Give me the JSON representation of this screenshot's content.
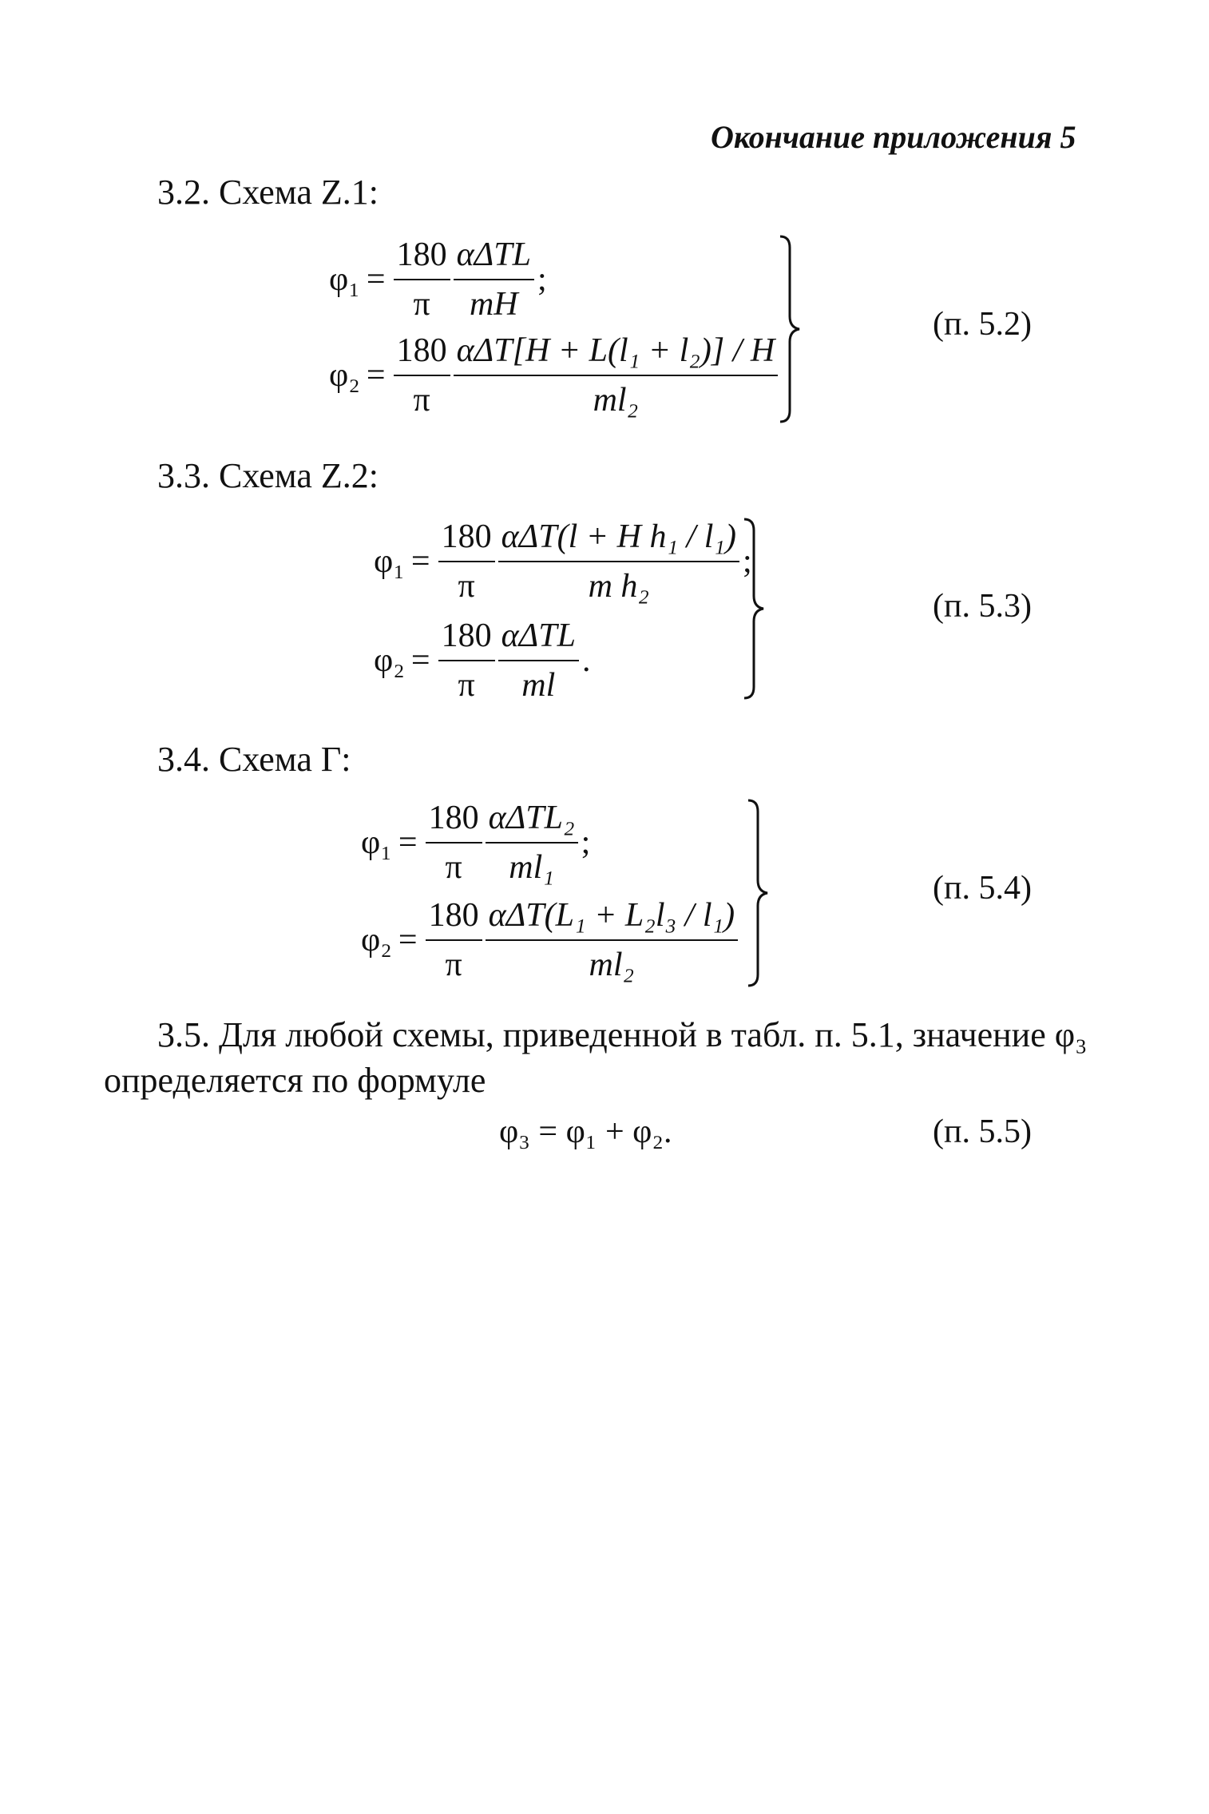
{
  "header": {
    "title": "Окончание приложения 5"
  },
  "sections": [
    {
      "id": "3.2",
      "heading": "3.2. Схема Z.1:",
      "eq_number": "(п. 5.2)"
    },
    {
      "id": "3.3",
      "heading": "3.3. Схема Z.2:",
      "eq_number": "(п. 5.3)"
    },
    {
      "id": "3.4",
      "heading": "3.4. Схема Г:",
      "eq_number": "(п. 5.4)"
    }
  ],
  "formulas": {
    "s32_f1": {
      "lhs": "φ₁",
      "num1": "180",
      "den1": "π",
      "num2": "αΔTL",
      "den2": "mH",
      "end": ";"
    },
    "s32_f2": {
      "lhs": "φ₂",
      "num1": "180",
      "den1": "π",
      "num2": "αΔT[H + L(l₁ + l₂)] / H",
      "den2": "ml₂",
      "end": ""
    },
    "s33_f1": {
      "lhs": "φ₁",
      "num1": "180",
      "den1": "π",
      "num2": "αΔT(l + H h₁ / l₁)",
      "den2": "m h₂",
      "end": ";"
    },
    "s33_f2": {
      "lhs": "φ₂",
      "num1": "180",
      "den1": "π",
      "num2": "αΔTL",
      "den2": "ml",
      "end": "."
    },
    "s34_f1": {
      "lhs": "φ₁",
      "num1": "180",
      "den1": "π",
      "num2": "αΔTL₂",
      "den2": "ml₁",
      "end": ";"
    },
    "s34_f2": {
      "lhs": "φ₂",
      "num1": "180",
      "den1": "π",
      "num2": "αΔT(L₁ + L₂l₃ / l₁)",
      "den2": "ml₂",
      "end": ""
    }
  },
  "paragraph": {
    "line1": "3.5. Для любой схемы, приведенной в табл. п. 5.1, значение φ₃",
    "line2": "определяется по формуле",
    "formula": "φ₃ = φ₁ + φ₂.",
    "eq_number": "(п. 5.5)"
  }
}
